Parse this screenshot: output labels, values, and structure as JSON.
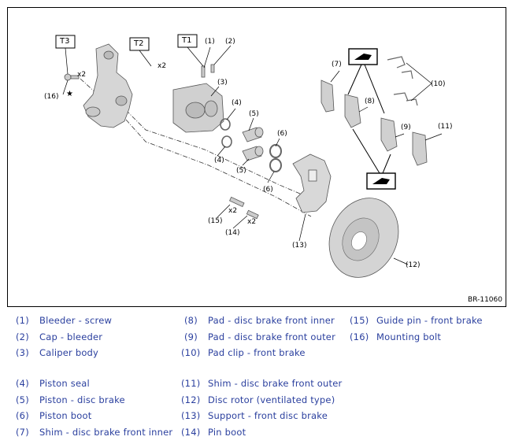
{
  "figure": {
    "code": "BR-11060",
    "torque_tags": [
      "T1",
      "T2",
      "T3"
    ],
    "callouts": [
      "(1)",
      "(2)",
      "(3)",
      "(4)",
      "(4)",
      "(5)",
      "(5)",
      "(6)",
      "(6)",
      "(7)",
      "(8)",
      "(9)",
      "(10)",
      "(11)",
      "(12)",
      "(13)",
      "(14)",
      "(15)",
      "(16)"
    ],
    "quantities": [
      "x2",
      "x2",
      "x2",
      "x2"
    ]
  },
  "legend": [
    {
      "num": "(1)",
      "label": "Bleeder - screw"
    },
    {
      "num": "(2)",
      "label": "Cap - bleeder"
    },
    {
      "num": "(3)",
      "label": "Caliper body"
    },
    {
      "num": "(4)",
      "label": "Piston seal"
    },
    {
      "num": "(5)",
      "label": "Piston - disc brake"
    },
    {
      "num": "(6)",
      "label": "Piston boot"
    },
    {
      "num": "(7)",
      "label": "Shim - disc brake front inner"
    },
    {
      "num": "(8)",
      "label": "Pad - disc brake front inner"
    },
    {
      "num": "(9)",
      "label": "Pad - disc brake front outer"
    },
    {
      "num": "(10)",
      "label": "Pad clip - front brake"
    },
    {
      "num": "(11)",
      "label": "Shim - disc brake front outer"
    },
    {
      "num": "(12)",
      "label": "Disc rotor (ventilated type)"
    },
    {
      "num": "(13)",
      "label": "Support - front disc brake"
    },
    {
      "num": "(14)",
      "label": "Pin boot"
    },
    {
      "num": "(15)",
      "label": "Guide pin - front brake"
    },
    {
      "num": "(16)",
      "label": "Mounting bolt"
    }
  ]
}
